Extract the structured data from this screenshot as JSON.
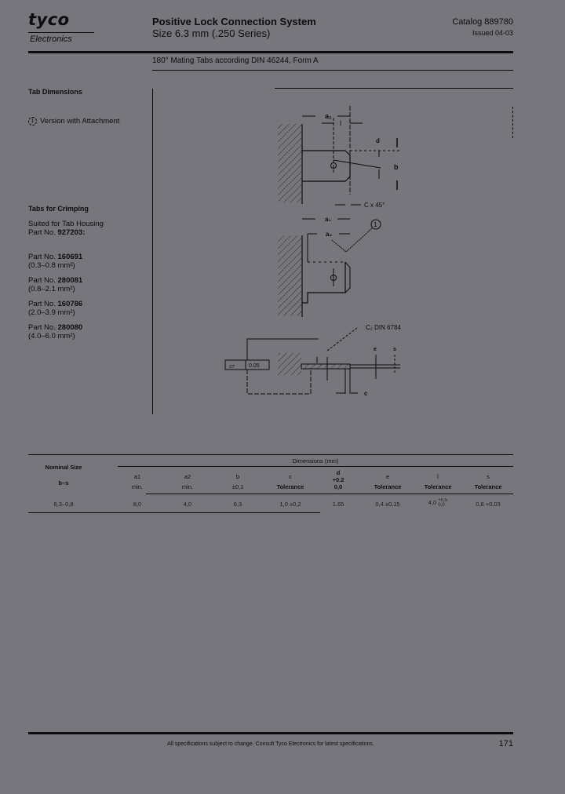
{
  "header": {
    "logo": "tyco",
    "logo_sub": "Electronics",
    "title": "Positive Lock Connection System",
    "subtitle": "Size 6.3 mm (.250 Series)",
    "catalog": "Catalog 889780",
    "issued": "Issued 04-03"
  },
  "section_title": "180° Mating Tabs according DIN 46244, Form A",
  "sidebar": {
    "tab_dimensions": "Tab Dimensions",
    "version_marker": "1",
    "version_text": "Version with Attachment",
    "crimping_title": "Tabs for Crimping",
    "suited_line": "Suited for Tab Housing",
    "housing_prefix": "Part No. ",
    "housing_part": "927203:",
    "parts": [
      {
        "prefix": "Part No. ",
        "number": "160691",
        "range": "(0.3–0.8 mm²)"
      },
      {
        "prefix": "Part No. ",
        "number": "280081",
        "range": "(0.8–2.1 mm²)"
      },
      {
        "prefix": "Part No. ",
        "number": "160786",
        "range": "(2.0–3.9 mm²)"
      },
      {
        "prefix": "Part No. ",
        "number": "280080",
        "range": "(4.0–6.0 mm²)"
      }
    ]
  },
  "drawing": {
    "labels": {
      "a1": "a₁",
      "a2": "a₂",
      "l": "l",
      "d": "d",
      "b": "b",
      "chamfer": "C x 45°",
      "callout": "1",
      "c2": "C₂ DIN 6784",
      "flatness_value": "0.05",
      "e": "e",
      "s": "s",
      "c": "c"
    }
  },
  "table": {
    "group_header": "Dimensions (mm)",
    "nominal_header": "Nominal Size",
    "nominal_sub": "b–s",
    "columns": [
      {
        "name": "a1",
        "sub": "min."
      },
      {
        "name": "a2",
        "sub": "min."
      },
      {
        "name": "b",
        "sub": "±0,1"
      },
      {
        "name": "c",
        "sub": "Tolerance"
      },
      {
        "name": "d",
        "sub": "+0.2 / 0,0"
      },
      {
        "name": "e",
        "sub": "Tolerance"
      },
      {
        "name": "l",
        "sub": "Tolerance"
      },
      {
        "name": "s",
        "sub": "Tolerance"
      }
    ],
    "rows": [
      {
        "nominal": "6,3–0,8",
        "a1": "8,0",
        "a2": "4,0",
        "b": "6,3",
        "c": "1,0 ±0,2",
        "d": "1,65",
        "e": "0,4 ±0,15",
        "l_value": "4,0",
        "l_plus": "+0,5",
        "l_minus": "0,0",
        "s": "0,8 +0,03"
      }
    ]
  },
  "footer": {
    "note": "All specifications subject to change. Consult Tyco Electronics for latest specifications.",
    "page": "171"
  }
}
